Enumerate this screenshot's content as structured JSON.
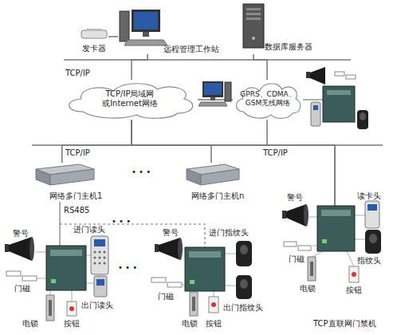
{
  "diagram": {
    "nodes": [
      {
        "text": [
          "发卡器"
        ]
      },
      {
        "text": [
          "远程管理工作站"
        ]
      },
      {
        "text": [
          "数据库服务器"
        ]
      },
      {
        "text": [
          "TCP/IP局域网 或Internet网络"
        ]
      },
      {
        "text": [
          "GPRS、CDMA、 GSM无线网络"
        ]
      },
      {
        "text": [
          "网络多门主机1"
        ]
      },
      {
        "text": [
          "网络多门主机n"
        ]
      },
      {
        "text": [
          "TCP直联网门禁机"
        ]
      }
    ],
    "edges": [
      {
        "from": 0,
        "to": 1,
        "arrow": "none"
      },
      {
        "from": 1,
        "to": 3,
        "arrow": "none"
      },
      {
        "from": 2,
        "to": 4,
        "arrow": "none"
      },
      {
        "from": 3,
        "to": 4,
        "arrow": "none"
      },
      {
        "from": 3,
        "to": 5,
        "arrow": "none"
      },
      {
        "from": 3,
        "to": 6,
        "arrow": "none"
      },
      {
        "from": 3,
        "to": 7,
        "arrow": "none"
      }
    ],
    "labels": [
      "TCP/IP",
      "TCP/IP",
      "TCP/IP",
      "• • •",
      "RS485",
      "• • •",
      "警号",
      "进门读头",
      "门磁",
      "出门读头",
      "电锁",
      "按钮",
      "• • •",
      "警号",
      "进门指纹头",
      "门磁",
      "出门指纹头",
      "电锁",
      "按钮",
      "警号",
      "读卡头",
      "门磁",
      "指纹头",
      "电锁",
      "按钮"
    ]
  }
}
